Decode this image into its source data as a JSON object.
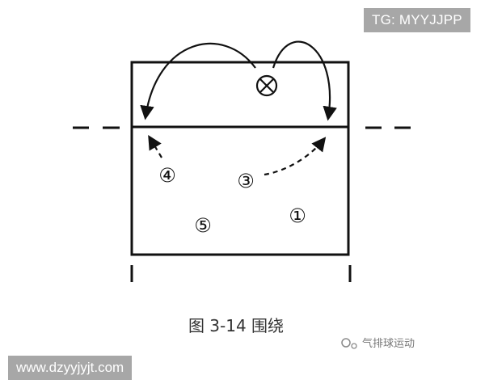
{
  "diagram": {
    "caption": "图 3-14 围绕",
    "positions": [
      {
        "id": "1",
        "label": "①"
      },
      {
        "id": "3",
        "label": "③"
      },
      {
        "id": "4",
        "label": "④"
      },
      {
        "id": "5",
        "label": "⑤"
      }
    ],
    "colors": {
      "line": "#111111",
      "background": "#ffffff",
      "overlay": "#a7a7a7",
      "overlay_text": "#ffffff"
    }
  },
  "overlays": {
    "tg": "TG: MYYJJPP",
    "site": "www.dzyyjyjt.com",
    "source_tag": "气排球运动"
  }
}
